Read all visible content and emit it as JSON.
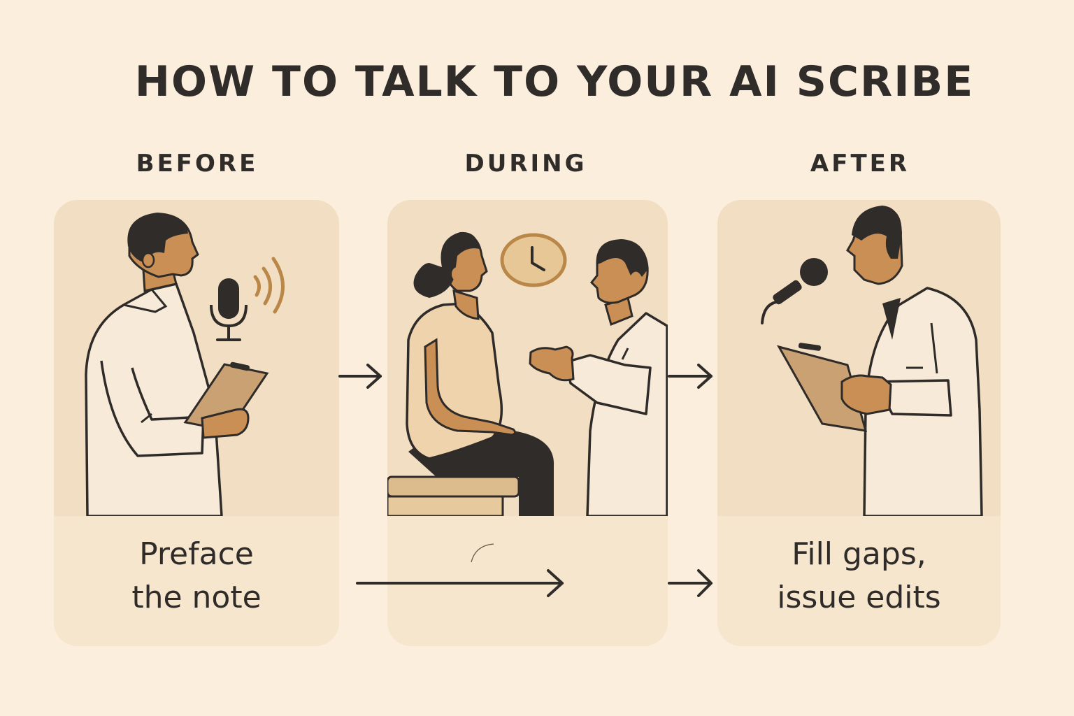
{
  "title": "HOW TO TALK TO YOUR AI SCRIBE",
  "colors": {
    "background": "#fbeedd",
    "panel": "#f2dfc3",
    "caption_area": "#f6e6cd",
    "ink": "#2f2b29",
    "skin": "#c98f55",
    "accent_gold": "#b98748",
    "clipboard": "#c9a172",
    "coat": "#f7ead8"
  },
  "stages": [
    {
      "label": "BEFORE",
      "caption_line1": "Preface",
      "caption_line2": "the note",
      "illustration": "doctor-holding-clipboard-speaking-into-microphone"
    },
    {
      "label": "DURING",
      "caption_line1": "",
      "caption_line2": "",
      "illustration": "doctor-talking-with-seated-patient-under-wall-clock"
    },
    {
      "label": "AFTER",
      "caption_line1": "Fill gaps,",
      "caption_line2": "issue edits",
      "illustration": "doctor-reviewing-clipboard-dictating-to-microphone"
    }
  ],
  "connectors": [
    {
      "from": "BEFORE",
      "to": "DURING",
      "icon": "arrow-right-icon"
    },
    {
      "from": "DURING",
      "to": "AFTER",
      "icon": "arrow-right-icon"
    },
    {
      "from": "BEFORE-caption",
      "to": "DURING-caption",
      "icon": "long-arrow-right-icon"
    },
    {
      "from": "DURING-caption",
      "to": "AFTER-caption",
      "icon": "arrow-right-icon"
    }
  ]
}
